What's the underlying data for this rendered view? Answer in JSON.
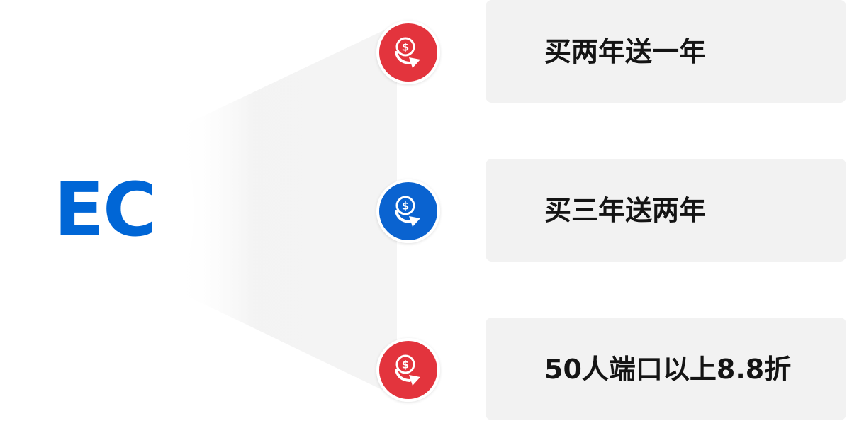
{
  "brand": {
    "label": "EC",
    "color": "#0066d6"
  },
  "items": [
    {
      "label": "买两年送一年",
      "icon": "dollar-coin-arrow-icon",
      "color": "#e3343d"
    },
    {
      "label": "买三年送两年",
      "icon": "dollar-coin-arrow-icon",
      "color": "#0a63d0"
    },
    {
      "label": "50人端口以上8.8折",
      "icon": "dollar-coin-arrow-icon",
      "color": "#e3343d"
    }
  ],
  "colors": {
    "card_background": "#f2f2f2",
    "connector": "#c8c8c8",
    "text": "#141414"
  }
}
